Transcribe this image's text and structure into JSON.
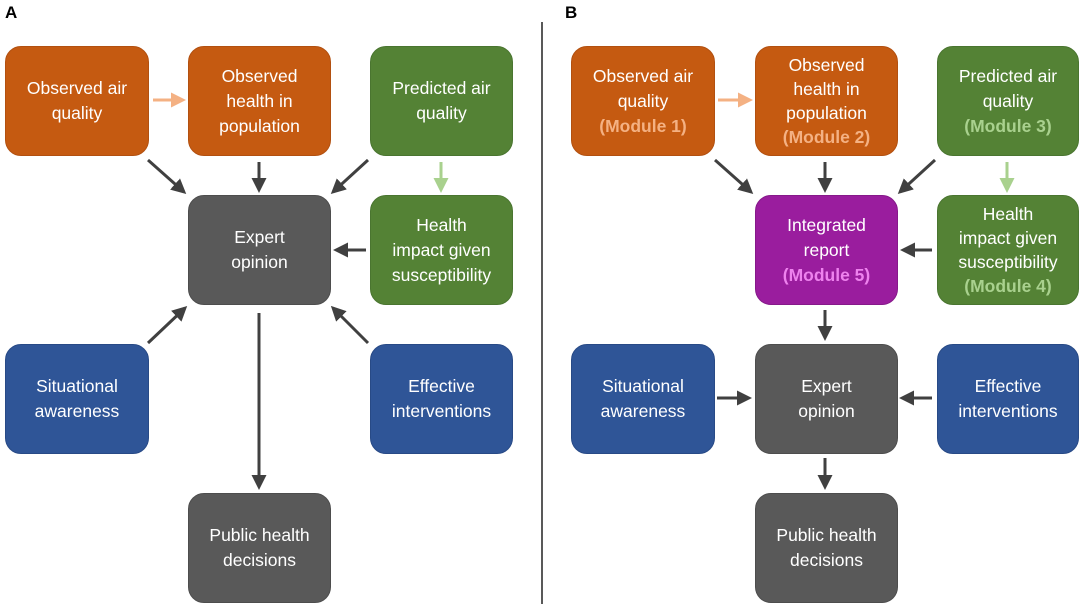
{
  "panels": {
    "a": {
      "label": "A",
      "observed_air_quality": [
        "Observed air",
        "quality"
      ],
      "observed_health": [
        "Observed",
        "health in",
        "population"
      ],
      "predicted_air_quality": [
        "Predicted air",
        "quality"
      ],
      "expert_opinion": [
        "Expert",
        "opinion"
      ],
      "health_impact": [
        "Health",
        "impact given",
        "susceptibility"
      ],
      "situational_awareness": [
        "Situational",
        "awareness"
      ],
      "effective_interventions": [
        "Effective",
        "interventions"
      ],
      "public_health_decisions": [
        "Public health",
        "decisions"
      ]
    },
    "b": {
      "label": "B",
      "observed_air_quality": [
        "Observed air",
        "quality"
      ],
      "observed_air_quality_module": "(Module 1)",
      "observed_health": [
        "Observed",
        "health in",
        "population"
      ],
      "observed_health_module": "(Module 2)",
      "predicted_air_quality": [
        "Predicted air",
        "quality"
      ],
      "predicted_air_quality_module": "(Module 3)",
      "integrated_report": [
        "Integrated",
        "report"
      ],
      "integrated_report_module": "(Module 5)",
      "health_impact": [
        "Health",
        "impact given",
        "susceptibility"
      ],
      "health_impact_module": "(Module 4)",
      "situational_awareness": [
        "Situational",
        "awareness"
      ],
      "expert_opinion": [
        "Expert",
        "opinion"
      ],
      "effective_interventions": [
        "Effective",
        "interventions"
      ],
      "public_health_decisions": [
        "Public health",
        "decisions"
      ]
    }
  },
  "colors": {
    "orange": "#c55a11",
    "green": "#548235",
    "blue": "#2f5597",
    "grey": "#595959",
    "purple": "#9a1d9e",
    "arrow_dark": "#404040",
    "arrow_orange": "#f4b183",
    "arrow_green": "#a9d18e"
  }
}
